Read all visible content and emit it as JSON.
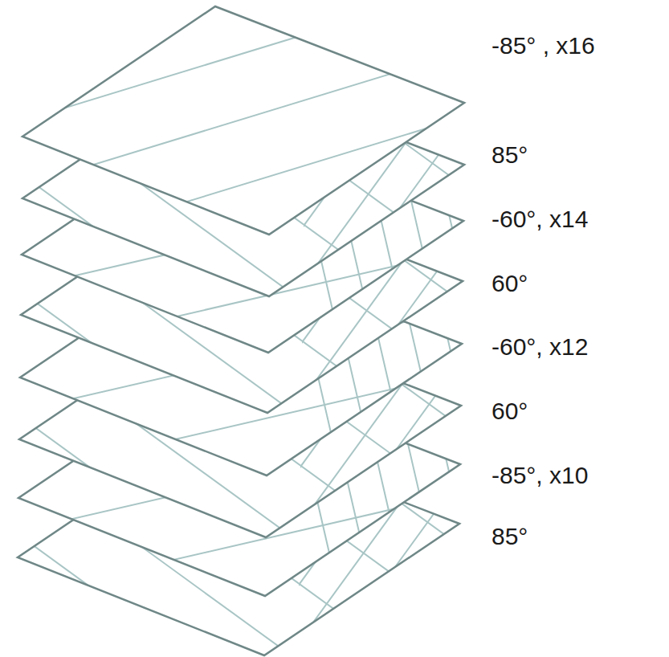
{
  "diagram": {
    "labels": [
      "-85° , x16",
      "85°",
      "-60°, x14",
      "60°",
      "-60°, x12",
      "60°",
      "-85°, x10",
      "85°"
    ]
  }
}
